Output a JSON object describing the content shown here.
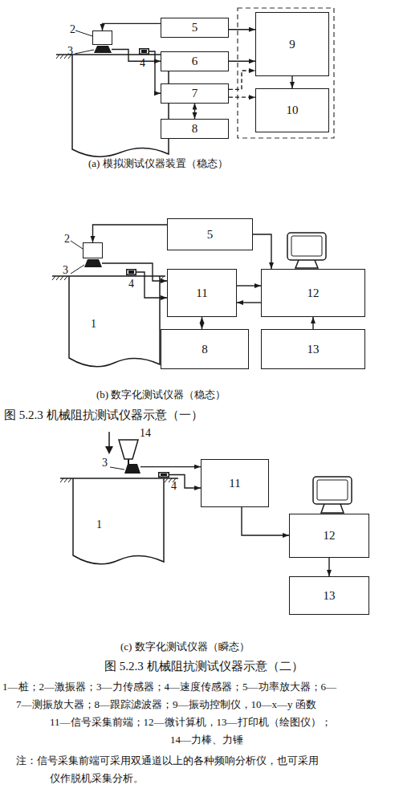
{
  "diagram": {
    "nodes": [
      {
        "text": [
          "2"
        ]
      },
      {
        "text": [
          "3"
        ]
      },
      {
        "text": [
          "4"
        ]
      },
      {
        "text": [
          "5"
        ]
      },
      {
        "text": [
          "6"
        ]
      },
      {
        "text": [
          "7"
        ]
      },
      {
        "text": [
          "8"
        ]
      },
      {
        "text": [
          "9"
        ]
      },
      {
        "text": [
          "10"
        ]
      },
      {
        "text": [
          "1"
        ]
      },
      {
        "text": [
          "2"
        ]
      },
      {
        "text": [
          "3"
        ]
      },
      {
        "text": [
          "4"
        ]
      },
      {
        "text": [
          "5"
        ]
      },
      {
        "text": [
          "11"
        ]
      },
      {
        "text": [
          "12"
        ]
      },
      {
        "text": [
          "8"
        ]
      },
      {
        "text": [
          "13"
        ]
      },
      {
        "text": [
          "1"
        ]
      },
      {
        "text": [
          "3"
        ]
      },
      {
        "text": [
          "4"
        ]
      },
      {
        "text": [
          "11"
        ]
      },
      {
        "text": [
          "12"
        ]
      },
      {
        "text": [
          "13"
        ]
      }
    ],
    "edges": [
      {
        "from": 3,
        "to": 0,
        "arrow": "to"
      },
      {
        "from": 1,
        "to": 4,
        "arrow": "to"
      },
      {
        "from": 2,
        "to": 5,
        "arrow": "to"
      },
      {
        "from": 5,
        "to": 6,
        "arrow": "both"
      },
      {
        "from": 3,
        "to": 7,
        "arrow": "to"
      },
      {
        "from": 4,
        "to": 7,
        "arrow": "to"
      },
      {
        "from": 5,
        "to": 7,
        "arrow": "to"
      },
      {
        "from": 5,
        "to": 8,
        "arrow": "to"
      },
      {
        "from": 7,
        "to": 8,
        "arrow": "to"
      },
      {
        "from": 13,
        "to": 10,
        "arrow": "to"
      },
      {
        "from": 11,
        "to": 14,
        "arrow": "to"
      },
      {
        "from": 12,
        "to": 14,
        "arrow": "to"
      },
      {
        "from": 13,
        "to": 15,
        "arrow": "to"
      },
      {
        "from": 14,
        "to": 16,
        "arrow": "both"
      },
      {
        "from": 14,
        "to": 15,
        "arrow": "to"
      },
      {
        "from": 15,
        "to": 14,
        "arrow": "to"
      },
      {
        "from": 17,
        "to": 15,
        "arrow": "to"
      },
      {
        "from": 19,
        "to": 21,
        "arrow": "to"
      },
      {
        "from": 20,
        "to": 21,
        "arrow": "to"
      },
      {
        "from": 21,
        "to": 22,
        "arrow": "to"
      },
      {
        "from": 22,
        "to": 23,
        "arrow": "to"
      }
    ],
    "labels": [
      "(a)  模拟测试仪器装置（稳态）",
      "(b)  数字化测试仪器（稳态）",
      "图 5.2.3  机械阻抗测试仪器示意（一）",
      "14",
      "(c)  数字化测试仪器（瞬态）",
      "图 5.2.3  机械阻抗测试仪器示意（二）",
      "1—桩；2—激振器；3—力传感器；4—速度传感器；5—功率放大器；6—",
      "7—测振放大器；8—跟踪滤波器；9—振动控制仪，10—x—y 函数",
      "11—信号采集前端；12—微计算机，13—打印机（绘图仪）；",
      "14—力棒、力锤",
      "注：信号采集前端可采用双通道以上的各种频响分析仪，也可采用",
      "仪作脱机采集分析。"
    ]
  }
}
